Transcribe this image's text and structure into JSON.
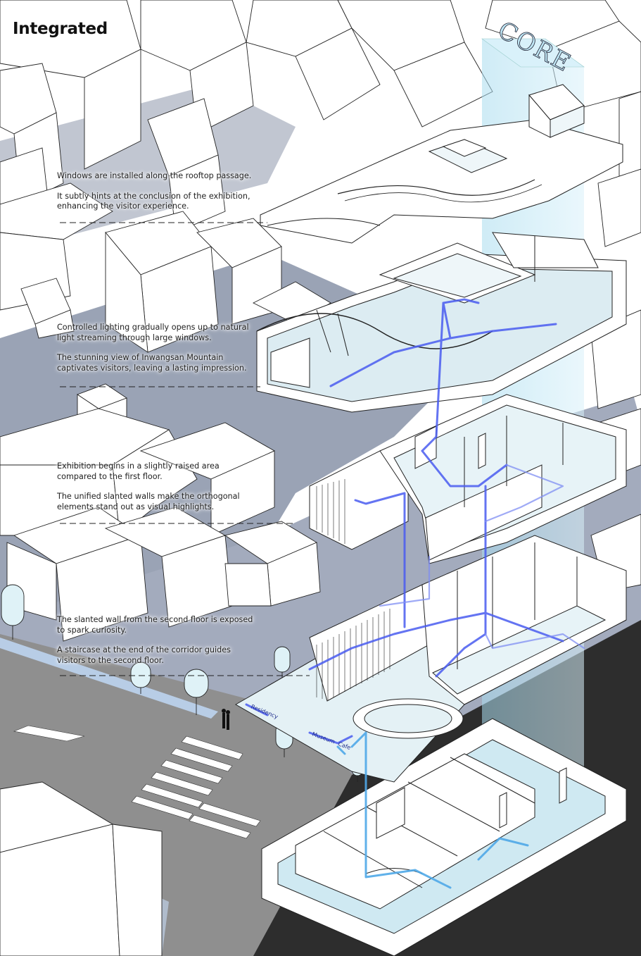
{
  "title": "Integrated",
  "core_label": "CORE",
  "notes": [
    {
      "lines": [
        "Windows are installed along the rooftop passage.",
        "It subtly hints at the conclusion of the exhibition, enhancing the visitor experience."
      ]
    },
    {
      "lines": [
        "Controlled lighting gradually opens up to natural light streaming through large windows.",
        "The stunning view of Inwangsan Mountain captivates visitors, leaving a lasting impression."
      ]
    },
    {
      "lines": [
        "Exhibition begins in a slightly raised area compared to the first floor.",
        "The unified slanted walls make the orthogonal elements stand out as visual highlights."
      ]
    },
    {
      "lines": [
        "The slanted wall from the second floor is exposed to spark curiosity.",
        "A staircase at the end of the corridor guides visitors to the second floor."
      ]
    }
  ],
  "floor_labels": {
    "residency": "Residency",
    "museum": "Museum",
    "cafe": "Cafe"
  },
  "colors": {
    "context_ground": "#9aa3b5",
    "basement_dark": "#2d2d2d",
    "path_blue": "#4a5cf0",
    "path_light_blue": "#4fa8e8",
    "core_glass": "#bfe6f4"
  }
}
